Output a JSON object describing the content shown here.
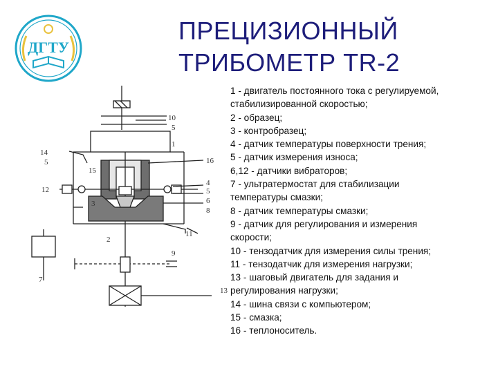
{
  "logo": {
    "text": "ДГТУ",
    "accent": "#1fa7c9",
    "accent2": "#e9c23d"
  },
  "title": {
    "line1": "ПРЕЦИЗИОННЫЙ",
    "line2": "ТРИБОМЕТР TR-2"
  },
  "legend": [
    "1 - двигатель постоянного тока с регулируемой,",
    "стабилизированной скоростью;",
    "2 - образец;",
    "3 - контробразец;",
    "4 - датчик температуры поверхности трения;",
    "5 - датчик измерения износа;",
    "6,12 - датчики вибраторов;",
    "7 - ультратермостат для стабилизации",
    "температуры смазки;",
    "8 - датчик температуры смазки;",
    "9 - датчик для регулирования и измерения",
    "скорости;",
    "10 - тензодатчик для измерения силы трения;",
    "11 - тензодатчик для измерения нагрузки;",
    "13 - шаговый двигатель для задания и",
    "регулирования нагрузки;",
    "14 - шина связи с компьютером;",
    "15 - смазка;",
    "16 - теплоноситель."
  ],
  "diagram": {
    "labels": {
      "l10": "10",
      "l5a": "5",
      "l1": "1",
      "l14": "14",
      "l5b": "5",
      "l16": "16",
      "l15": "15",
      "l12": "12",
      "l4": "4",
      "l5c": "5",
      "l6": "6",
      "l8": "8",
      "l3": "3",
      "l11": "11",
      "l2": "2",
      "l7": "7",
      "l9": "9",
      "l13": "13"
    }
  }
}
